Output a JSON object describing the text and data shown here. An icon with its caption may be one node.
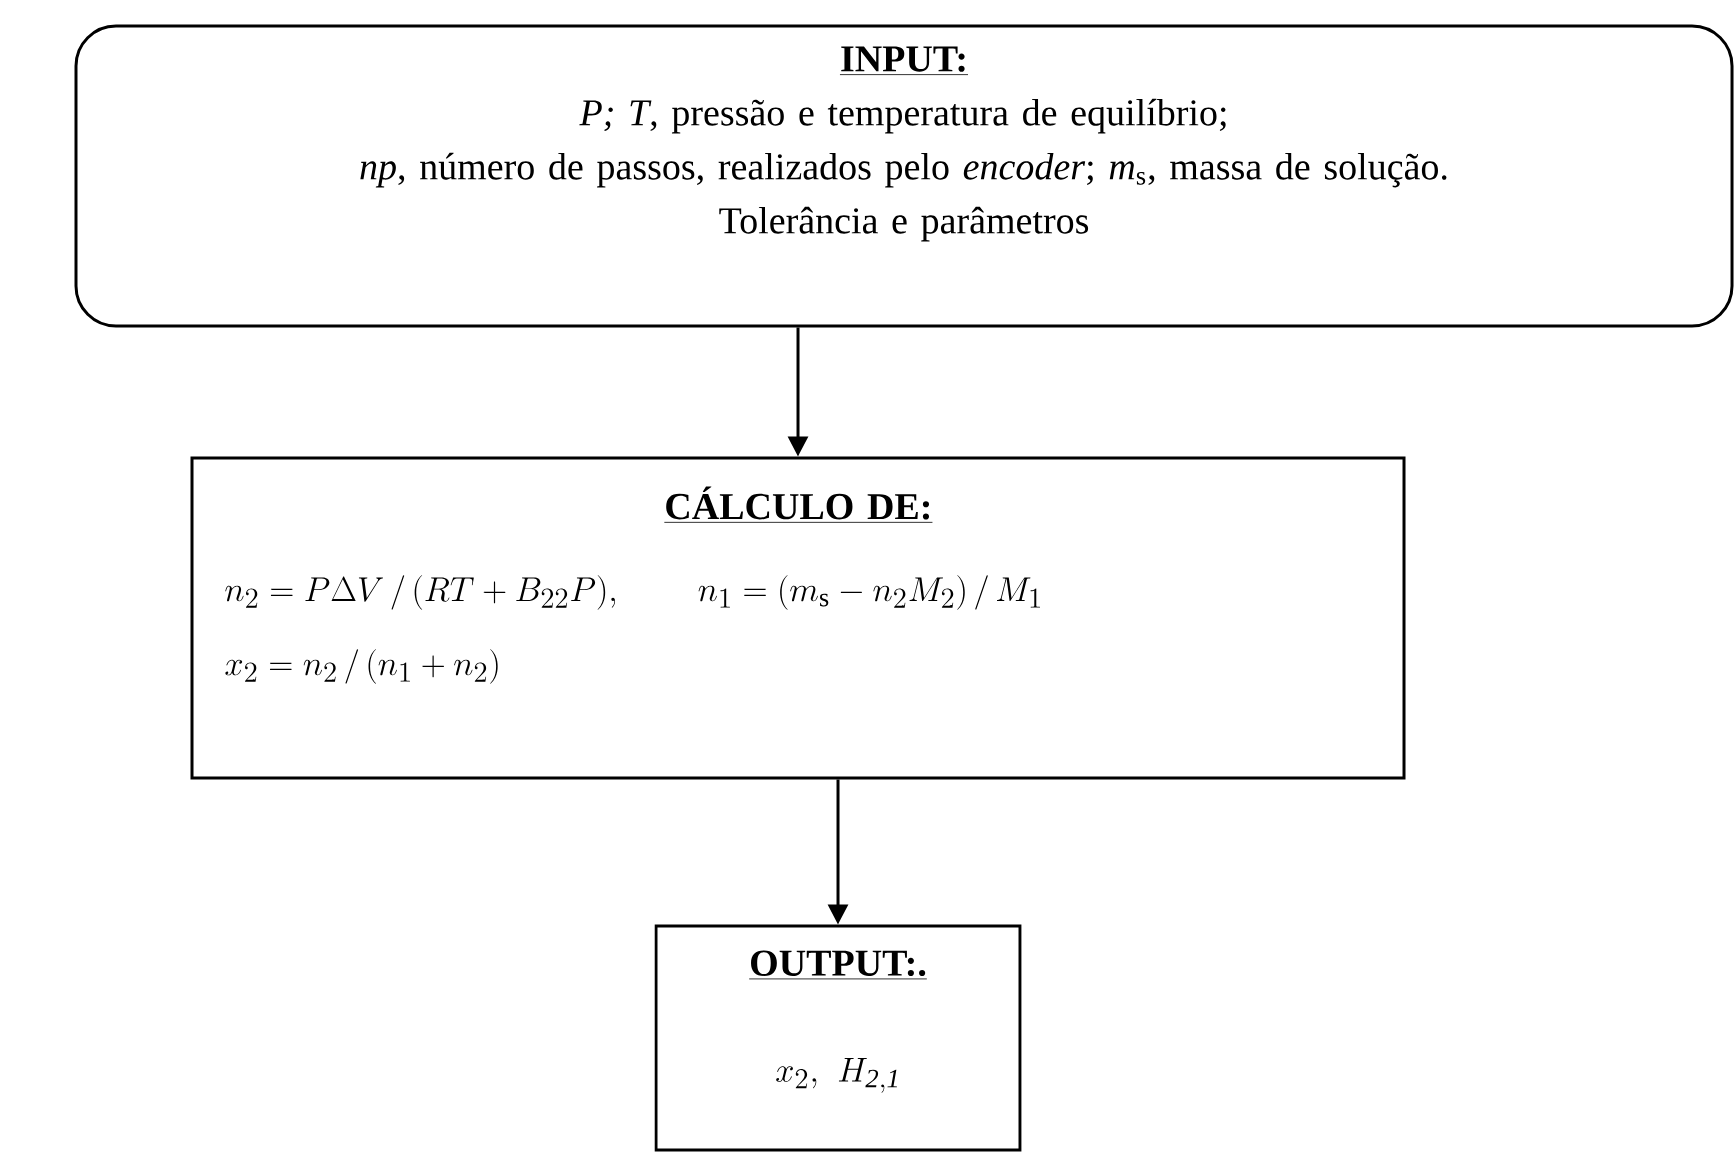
{
  "diagram": {
    "nodes": [
      {
        "text": [
          "INPUT:",
          "*P; T*, pressão e temperatura de equilíbrio;",
          "*np*, número de passos, realizados pelo *encoder*; *m*$_{s}$, massa de solução.",
          "Tolerância e parâmetros"
        ]
      },
      {
        "text": [
          "CÁLCULO DE:",
          "n_2 = P\\Delta V \\,/\\, (RT + B_{22}P),",
          "n_1 = (m_{\\mathrm{s}} - n_2M_2) \\,/\\, M_1",
          "x_2 = n_2 \\,/\\, (n_1 + n_2)"
        ]
      },
      {
        "text": [
          "OUTPUT:.",
          "x_2,\\ H_{\\mathit{2,1}}"
        ]
      }
    ],
    "edges": [
      {
        "from": 0,
        "to": 1,
        "arrow": "to"
      },
      {
        "from": 1,
        "to": 2,
        "arrow": "to"
      }
    ]
  }
}
